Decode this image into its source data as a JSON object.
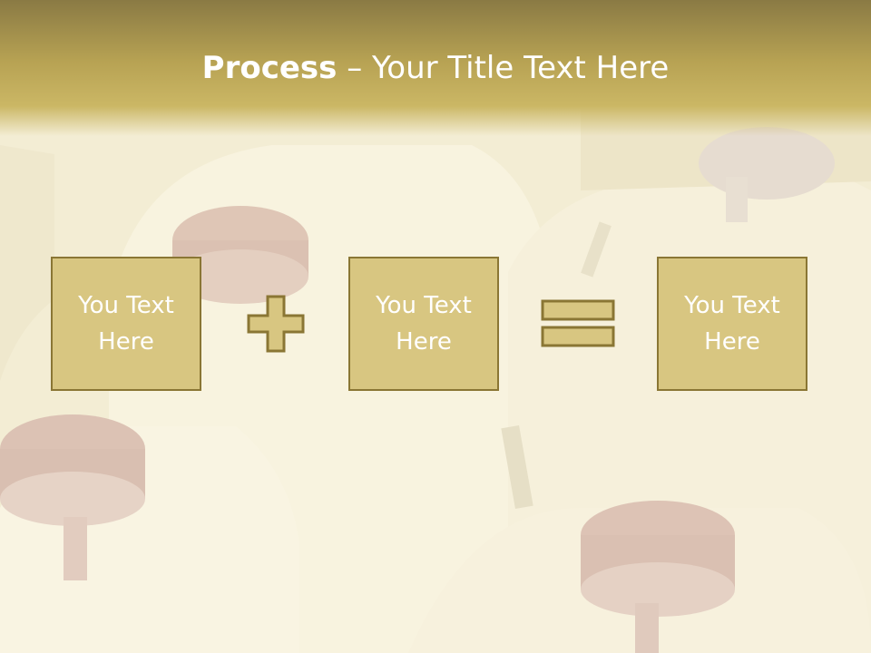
{
  "slide": {
    "title_bold": "Process",
    "title_dash": " – ",
    "title_rest": "Your Title Text Here",
    "boxes": [
      {
        "line1": "You Text",
        "line2": "Here"
      },
      {
        "line1": "You Text",
        "line2": "Here"
      },
      {
        "line1": "You Text",
        "line2": "Here"
      }
    ],
    "operators": [
      "plus-icon",
      "equals-icon"
    ]
  },
  "colors": {
    "header": "#b7a253",
    "box_fill": "#d8c681",
    "box_border": "#8a7634",
    "text": "#ffffff"
  }
}
